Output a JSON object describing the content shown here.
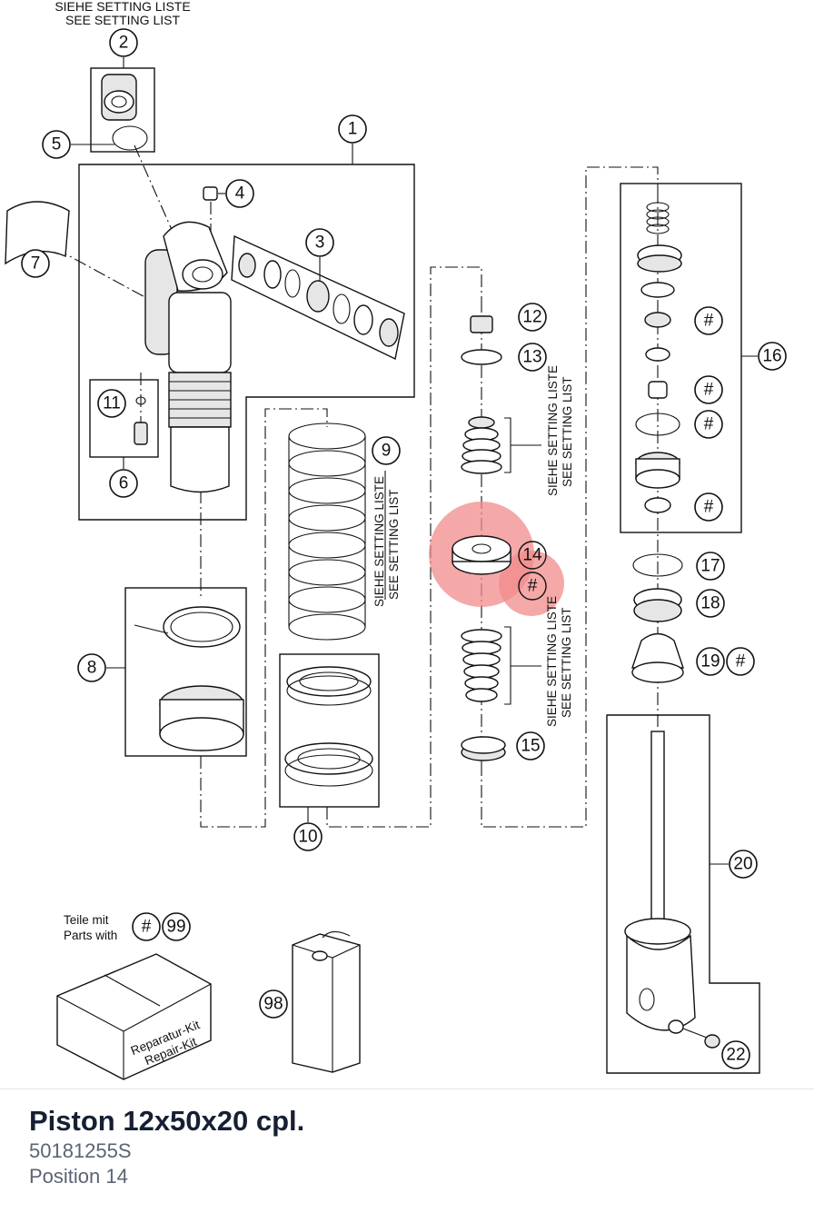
{
  "diagram": {
    "setting_note": {
      "line1": "SIEHE SETTING LISTE",
      "line2": "SEE SETTING LIST"
    },
    "kit_note": {
      "line1": "Teile mit",
      "line2": "Parts with"
    },
    "box_label": {
      "line1": "Reparatur-Kit",
      "line2": "Repair-Kit"
    },
    "callouts": [
      "1",
      "2",
      "3",
      "4",
      "5",
      "6",
      "7",
      "8",
      "9",
      "10",
      "11",
      "12",
      "13",
      "14",
      "15",
      "16",
      "17",
      "18",
      "19",
      "20",
      "22",
      "98",
      "99",
      "#"
    ],
    "highlighted_callout": "14",
    "highlight_color": "#f28b8b"
  },
  "footer": {
    "title": "Piston 12x50x20 cpl.",
    "part_number": "50181255S",
    "position": "Position 14"
  }
}
